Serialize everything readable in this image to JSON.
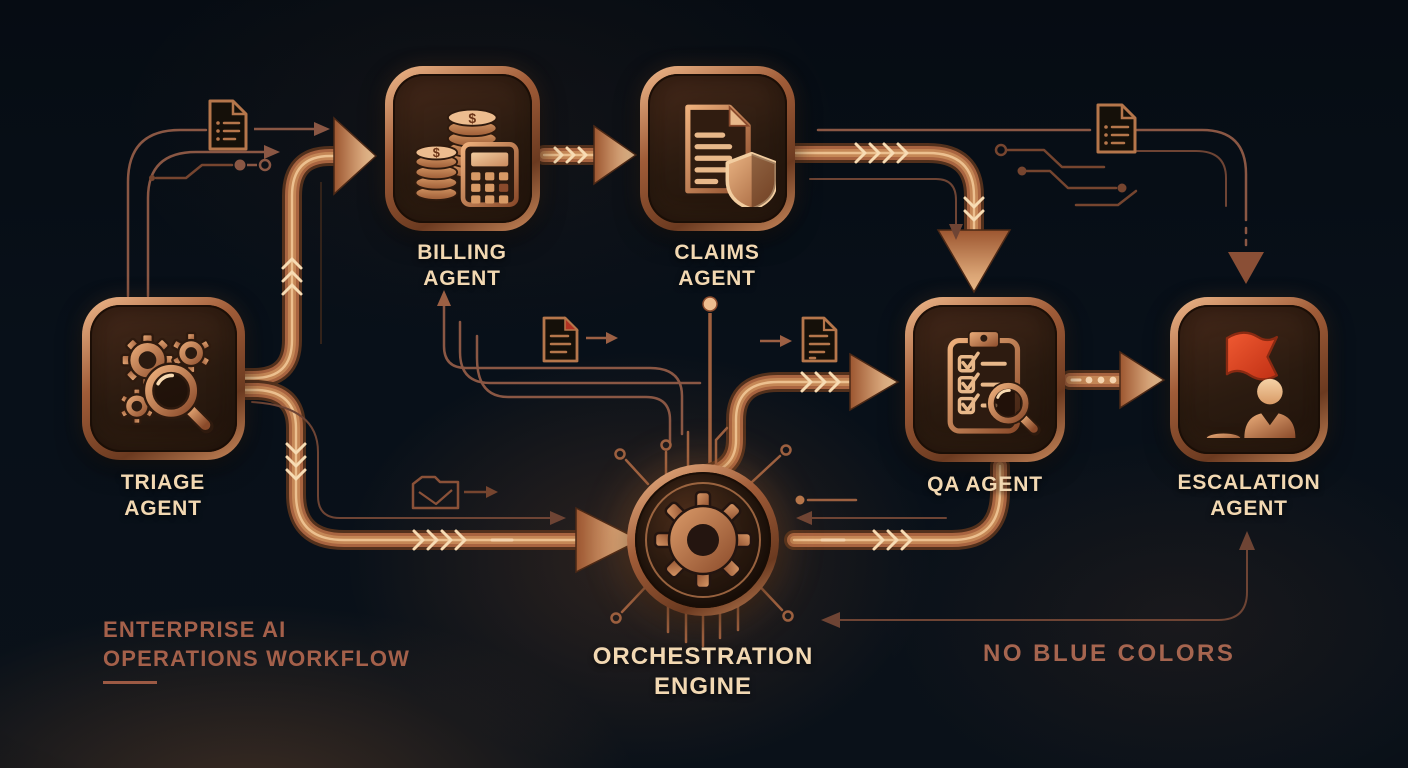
{
  "diagram": {
    "title": "Enterprise AI Operations Workflow",
    "nodes": [
      {
        "id": "triage-agent",
        "label": "TRIAGE AGENT",
        "icon": "gears-magnifier-icon"
      },
      {
        "id": "billing-agent",
        "label": "BILLING AGENT",
        "icon": "coins-calculator-icon"
      },
      {
        "id": "claims-agent",
        "label": "CLAIMS AGENT",
        "icon": "document-shield-icon"
      },
      {
        "id": "qa-agent",
        "label": "QA AGENT",
        "icon": "checklist-magnifier-icon"
      },
      {
        "id": "escalation-agent",
        "label": "ESCALATION AGENT",
        "icon": "flag-person-icon"
      }
    ],
    "engine": {
      "id": "orchestration-engine",
      "label": "ORCHESTRATION ENGINE",
      "icon": "gear-circuit-icon"
    },
    "caption": {
      "line1": "ENTERPRISE AI",
      "line2": "OPERATIONS WORKFLOW"
    },
    "watermark": "NO BLUE COLORS",
    "connections": [
      {
        "from": "triage-agent",
        "to": "billing-agent",
        "style": "thick-pipe"
      },
      {
        "from": "triage-agent",
        "to": "orchestration-engine",
        "style": "thick-pipe"
      },
      {
        "from": "billing-agent",
        "to": "claims-agent",
        "style": "thick-arrow"
      },
      {
        "from": "claims-agent",
        "to": "qa-agent",
        "style": "thick-pipe"
      },
      {
        "from": "claims-agent",
        "to": "orchestration-engine",
        "style": "thin-line"
      },
      {
        "from": "orchestration-engine",
        "to": "billing-agent",
        "style": "thin-curves-up-arrow"
      },
      {
        "from": "orchestration-engine",
        "to": "qa-agent",
        "style": "thick-pipe"
      },
      {
        "from": "qa-agent",
        "to": "orchestration-engine",
        "style": "thick-pipe"
      },
      {
        "from": "qa-agent",
        "to": "escalation-agent",
        "style": "thick-arrow"
      },
      {
        "from": "escalation-agent",
        "to": "orchestration-engine",
        "style": "thin-feedback-line"
      },
      {
        "from": "circuit-feed-top-right",
        "to": "escalation-agent",
        "style": "thin-lines-down-arrow"
      }
    ],
    "decorations": [
      "document-icon-top-left",
      "document-icon-top-right",
      "document-icon-mid-left",
      "document-icon-mid-right",
      "folder-mail-icon",
      "circuit-traces",
      "engine-circuit-rays"
    ],
    "colors": {
      "background": "#081019",
      "copper": "#c8875a",
      "copper_dark": "#6b3a20",
      "copper_light": "#f0c696",
      "label_text": "#f2d8b2",
      "muted_text": "#a4604a",
      "flag_red": "#d6401f"
    }
  }
}
